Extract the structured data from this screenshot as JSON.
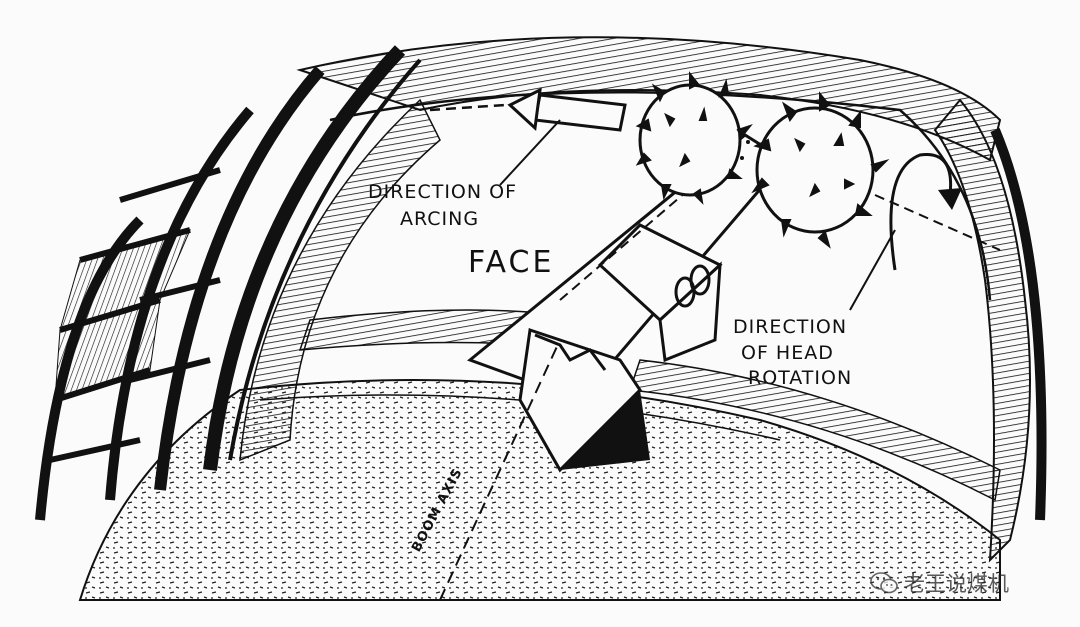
{
  "labels": {
    "arcing_line1": "DIRECTION OF",
    "arcing_line2": "ARCING",
    "face": "FACE",
    "rotation_line1": "DIRECTION",
    "rotation_line2": "OF HEAD",
    "rotation_line3": "ROTATION",
    "boom_axis": "BOOM AXIS"
  },
  "watermark": {
    "text": "老王说煤机",
    "icon": "wechat-icon"
  },
  "colors": {
    "ink": "#111111",
    "paper": "#fbfbfb"
  }
}
